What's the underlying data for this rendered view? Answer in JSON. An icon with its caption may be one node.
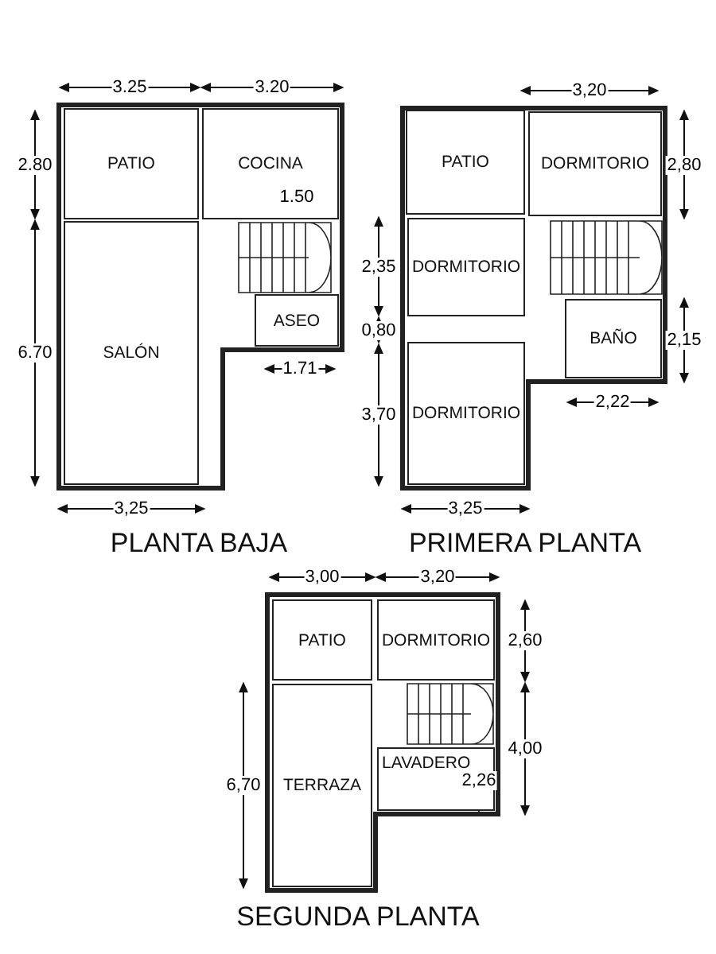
{
  "diagram": {
    "nodes": [
      {
        "text": [
          "PATIO"
        ]
      },
      {
        "text": [
          "COCINA"
        ]
      },
      {
        "text": [
          "ASEO"
        ]
      },
      {
        "text": [
          "SALÓN"
        ]
      },
      {
        "text": [
          "PATIO"
        ]
      },
      {
        "text": [
          "DORMITORIO"
        ]
      },
      {
        "text": [
          "DORMITORIO"
        ]
      },
      {
        "text": [
          "BAÑO"
        ]
      },
      {
        "text": [
          "DORMITORIO"
        ]
      },
      {
        "text": [
          "PATIO"
        ]
      },
      {
        "text": [
          "DORMITORIO"
        ]
      },
      {
        "text": [
          "LAVADERO"
        ]
      },
      {
        "text": [
          "TERRAZA"
        ]
      }
    ],
    "edges": [],
    "labels": [
      "3.25",
      "3.20",
      "2.80",
      "1.50",
      "6.70",
      "1.71",
      "3,25",
      "PLANTA BAJA",
      "3,20",
      "2,80",
      "2,35",
      "0,80",
      "2,15",
      "3,70",
      "2,22",
      "3,25",
      "PRIMERA PLANTA",
      "3,00",
      "3,20",
      "2,60",
      "4,00",
      "2,26",
      "6,70",
      "SEGUNDA PLANTA"
    ]
  }
}
